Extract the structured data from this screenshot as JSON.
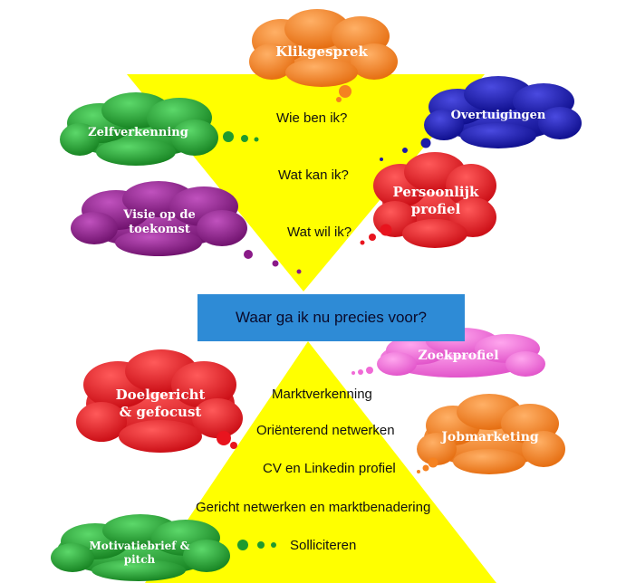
{
  "questions": {
    "q1": "Wie ben ik?",
    "q2": "Wat kan ik?",
    "q3": "Wat wil ik?"
  },
  "center": "Waar ga ik nu precies voor?",
  "steps": {
    "s1": "Marktverkenning",
    "s2": "Oriënterend netwerken",
    "s3": "CV en Linkedin profiel",
    "s4": "Gericht netwerken en marktbenadering",
    "s5": "Solliciteren"
  },
  "clouds": {
    "klikgesprek": {
      "label": "Klikgesprek",
      "color": "#f58220"
    },
    "zelfverkenning": {
      "label": "Zelfverkenning",
      "color": "#1f9a2e"
    },
    "overtuigingen": {
      "label": "Overtuigingen",
      "color": "#1a1aa8"
    },
    "visie": {
      "label": "Visie op de toekomst",
      "color": "#8a1a88"
    },
    "persoonlijk": {
      "label": "Persoonlijk profiel",
      "color": "#e8141e"
    },
    "zoekprofiel": {
      "label": "Zoekprofiel",
      "color": "#f06ad6"
    },
    "doelgericht": {
      "label": "Doelgericht & gefocust",
      "color": "#e8141e"
    },
    "jobmarketing": {
      "label": "Jobmarketing",
      "color": "#f58220"
    },
    "motivatie": {
      "label": "Motivatiebrief & pitch",
      "color": "#1f9a2e"
    }
  },
  "colors": {
    "triangle": "#ffff00",
    "center_box": "#2e8bd6"
  }
}
